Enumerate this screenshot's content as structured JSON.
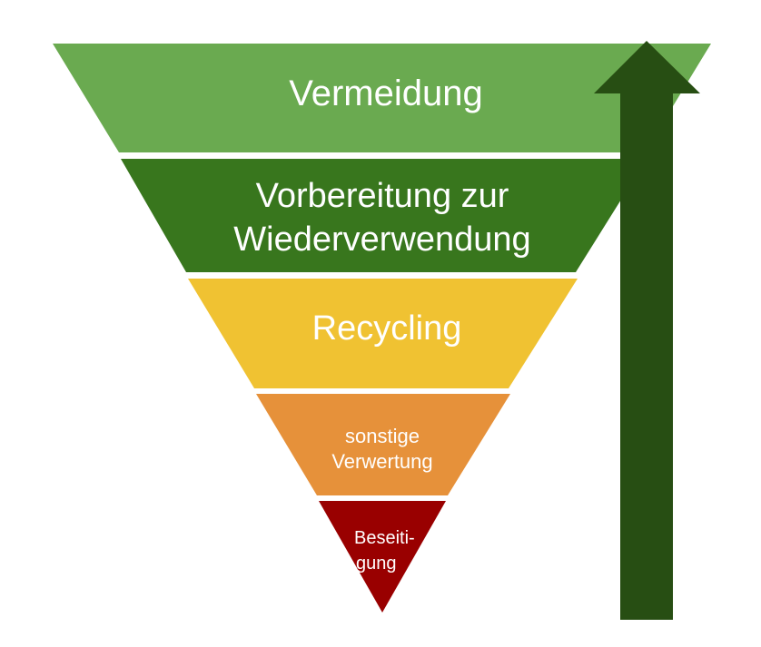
{
  "levels": [
    {
      "id": "vermeidung",
      "lines": [
        "Vermeidung"
      ],
      "color": "#6aaa50"
    },
    {
      "id": "vorbereitung",
      "lines": [
        "Vorbereitung zur",
        "Wiederverwendung"
      ],
      "color": "#38761d"
    },
    {
      "id": "recycling",
      "lines": [
        "Recycling"
      ],
      "color": "#f0c232"
    },
    {
      "id": "sonstige-verwertung",
      "lines": [
        "sonstige",
        "Verwertung"
      ],
      "color": "#e6913a"
    },
    {
      "id": "beseitigung",
      "lines": [
        "Beseiti-",
        "gung"
      ],
      "color": "#990000"
    }
  ],
  "arrow": {
    "color": "#274e13"
  }
}
